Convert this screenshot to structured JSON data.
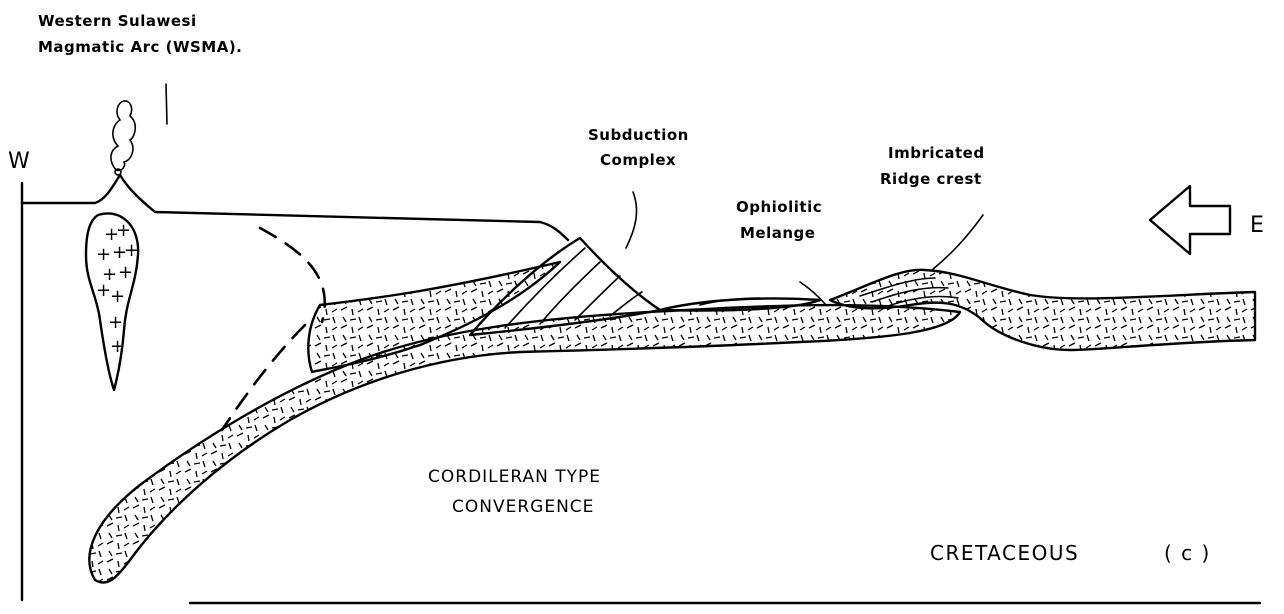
{
  "labels": {
    "wsma_line1": "Western Sulawesi",
    "wsma_line2": "Magmatic Arc (WSMA).",
    "west": "W",
    "east": "E",
    "subduction_line1": "Subduction",
    "subduction_line2": "Complex",
    "ophiolitic_line1": "Ophiolitic",
    "ophiolitic_line2": "Melange",
    "imbricated_line1": "Imbricated",
    "imbricated_line2": "Ridge crest",
    "convergence_line1": "CORDILERAN TYPE",
    "convergence_line2": "CONVERGENCE",
    "period": "CRETACEOUS",
    "panel": "( c )"
  }
}
